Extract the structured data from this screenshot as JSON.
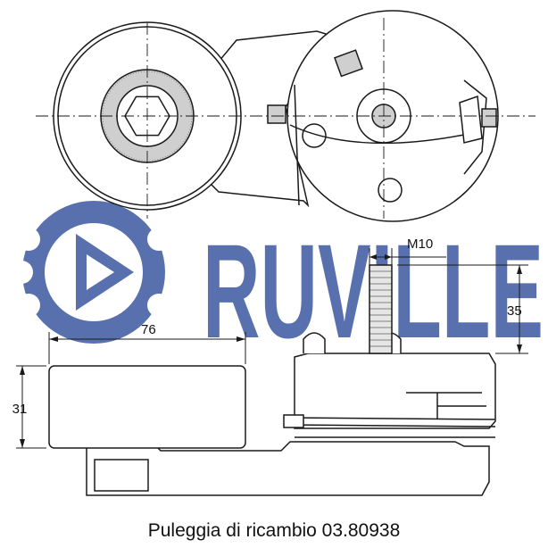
{
  "watermark": {
    "text": "RUVILLE",
    "color": "#4a66a8"
  },
  "dimensions": {
    "width": "76",
    "height": "31",
    "thread": "M10",
    "bolt_length": "35"
  },
  "caption": "Puleggia di ricambio 03.80938",
  "colors": {
    "line": "#1a1a1a",
    "watermark": "#4a66a8"
  }
}
